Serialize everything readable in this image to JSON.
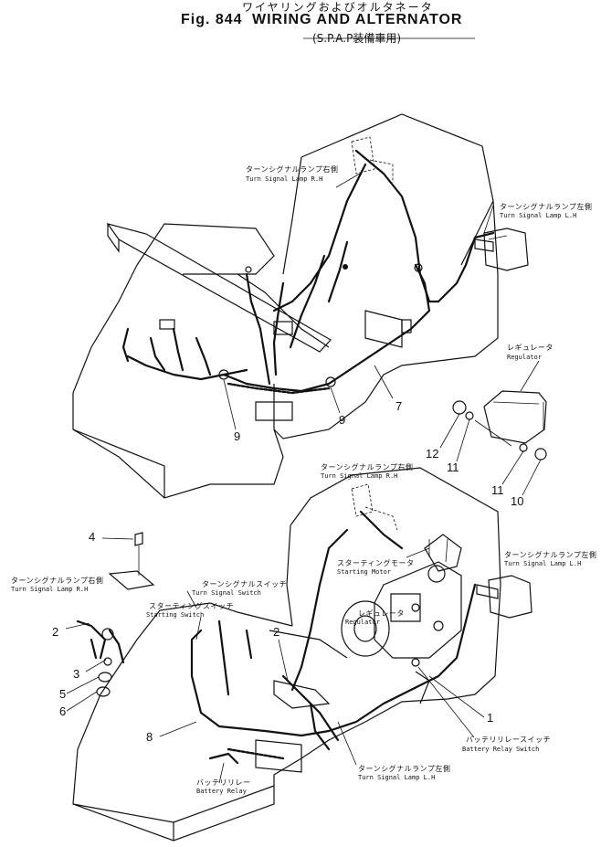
{
  "header": {
    "title_jp": "ワイヤリングおよびオルタネータ",
    "fig_label": "Fig. 844",
    "title_en": "WIRING AND ALTERNATOR",
    "subtitle": "(S.P.A.P装備車用)"
  },
  "upper_view": {
    "labels": [
      {
        "id": "turn-signal-lamp-rh-upper",
        "jp": "ターンシグナルランプ右側",
        "en": "Turn Signal Lamp R.H"
      },
      {
        "id": "turn-signal-lamp-lh-upper",
        "jp": "ターンシグナルランプ左側",
        "en": "Turn Signal Lamp L.H"
      },
      {
        "id": "regulator-upper",
        "jp": "レギュレータ",
        "en": "Regulator"
      }
    ],
    "callouts": [
      "7",
      "9",
      "9",
      "12",
      "11",
      "11",
      "10"
    ]
  },
  "lower_view": {
    "labels": [
      {
        "id": "turn-signal-lamp-rh-lower",
        "jp": "ターンシグナルランプ右側",
        "en": "Turn Signal Lamp R.H"
      },
      {
        "id": "turn-signal-lamp-lh-lower-right",
        "jp": "ターンシグナルランプ左側",
        "en": "Turn Signal Lamp L.H"
      },
      {
        "id": "starting-motor",
        "jp": "スターティングモータ",
        "en": "Starting Motor"
      },
      {
        "id": "regulator-lower",
        "jp": "レギュレータ",
        "en": "Regulator"
      },
      {
        "id": "turn-signal-switch",
        "jp": "ターンシグナルスイッチ",
        "en": "Turn Signal Switch"
      },
      {
        "id": "starting-switch",
        "jp": "スターティングスイッチ",
        "en": "Starting Switch"
      },
      {
        "id": "turn-signal-lamp-rh-left",
        "jp": "ターンシグナルランプ右側",
        "en": "Turn Signal Lamp R.H"
      },
      {
        "id": "battery-relay-switch",
        "jp": "バッテリリレースイッチ",
        "en": "Battery Relay Switch"
      },
      {
        "id": "turn-signal-lamp-lh-lower-bottom",
        "jp": "ターンシグナルランプ左側",
        "en": "Turn Signal Lamp L.H"
      },
      {
        "id": "battery-relay",
        "jp": "バッテリリレー",
        "en": "Battery Relay"
      }
    ],
    "callouts": [
      "4",
      "2",
      "3",
      "5",
      "6",
      "2",
      "8",
      "1"
    ]
  }
}
